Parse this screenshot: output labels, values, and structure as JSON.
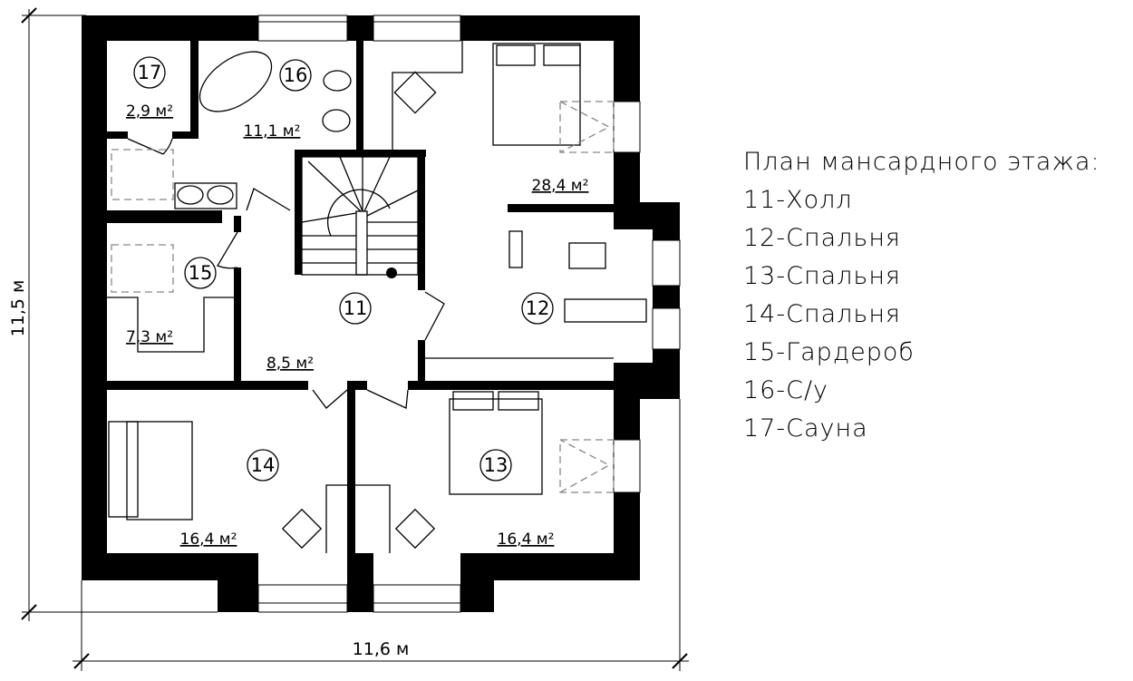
{
  "legend": {
    "title": "План мансардного этажа:",
    "items": [
      "11-Холл",
      "12-Спальня",
      "13-Спальня",
      "14-Спальня",
      "15-Гардероб",
      "16-С/у",
      "17-Сауна"
    ]
  },
  "rooms": [
    {
      "number": "17",
      "area": "2,9 м²"
    },
    {
      "number": "16",
      "area": "11,1 м²"
    },
    {
      "number": "12",
      "area": "28,4 м²"
    },
    {
      "number": "15",
      "area": "7,3 м²"
    },
    {
      "number": "11",
      "area": "8,5 м²"
    },
    {
      "number": "14",
      "area": "16,4 м²"
    },
    {
      "number": "13",
      "area": "16,4 м²"
    }
  ],
  "dimensions": {
    "height": "11,5 м",
    "width": "11,6 м"
  }
}
